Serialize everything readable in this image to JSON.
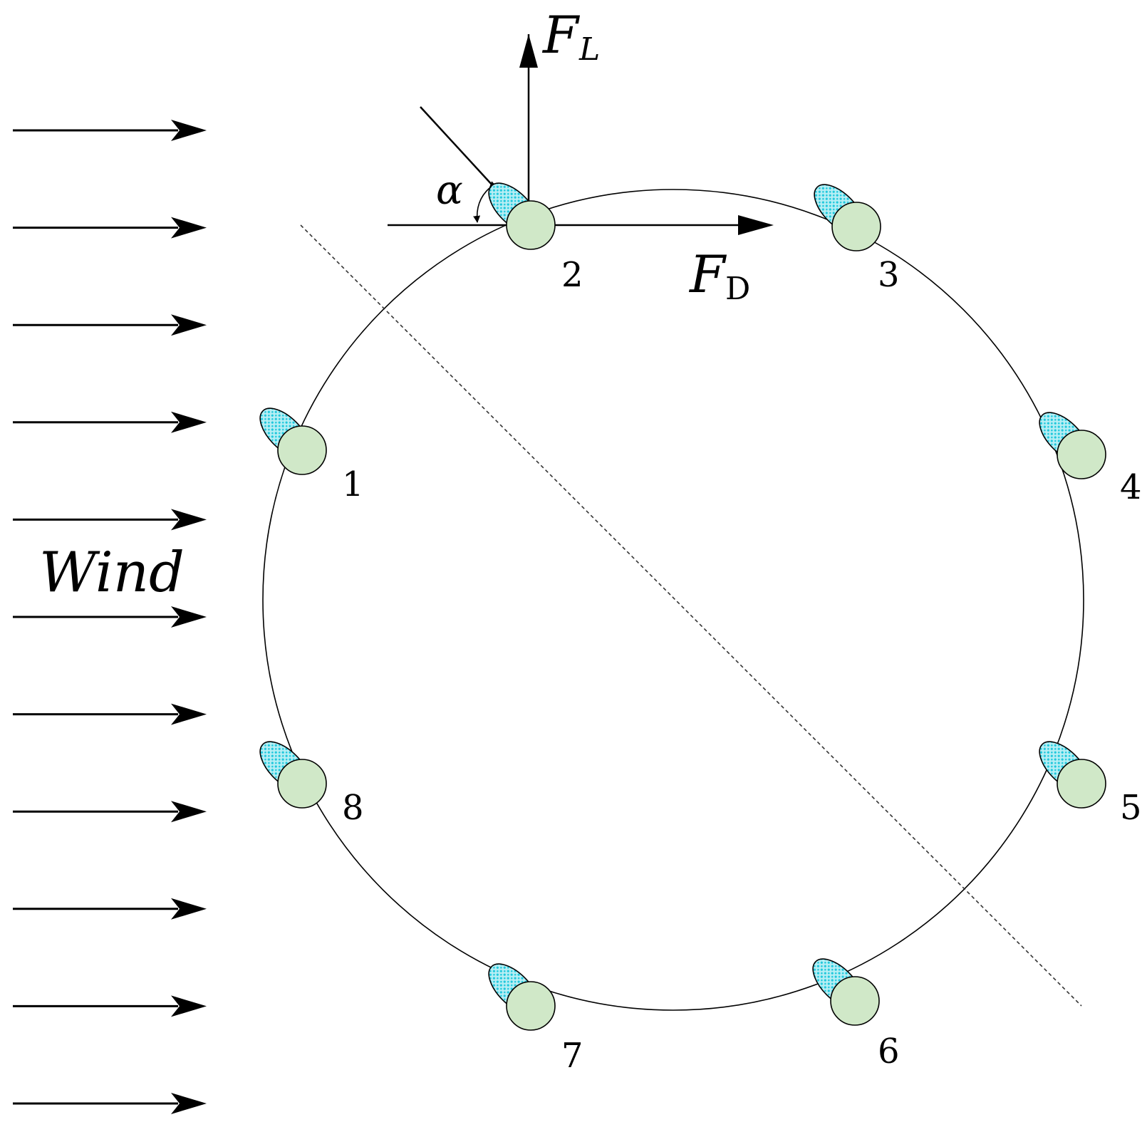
{
  "labels": {
    "wind": "Wind",
    "alpha": "α",
    "lift_symbol": "F",
    "lift_sub": "L",
    "drag_symbol": "F",
    "drag_sub": "D"
  },
  "blades": [
    {
      "label": "1"
    },
    {
      "label": "2"
    },
    {
      "label": "3"
    },
    {
      "label": "4"
    },
    {
      "label": "5"
    },
    {
      "label": "6"
    },
    {
      "label": "7"
    },
    {
      "label": "8"
    }
  ],
  "colors": {
    "blade_body": "#d0e8c8",
    "blade_edge": "#b6eef4",
    "blade_dots": "#1ec8dc",
    "stroke": "#000000",
    "dashed_line": "#333333"
  },
  "icons": {
    "wind_arrow": "right-arrow-icon",
    "blade": "airfoil-blade-icon"
  }
}
